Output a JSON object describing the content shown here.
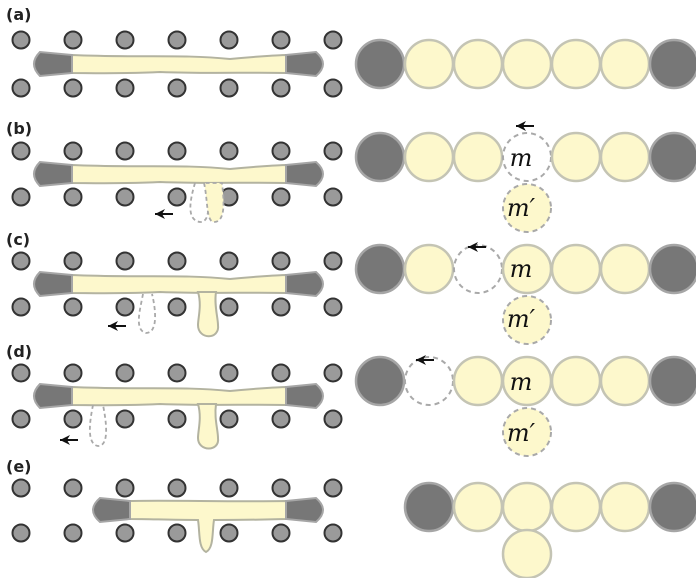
{
  "colors": {
    "post_fill": "#9a9a9a",
    "post_stroke": "#333333",
    "fluid_fill": "#fdf8cc",
    "fluid_stroke": "#b3b3a0",
    "wall_fill": "#777777",
    "wall_stroke": "#a6a6a6",
    "bubble_fill": "#fdf8cc",
    "bubble_stroke": "#c4c4b4",
    "ghost_stroke": "#a9a9a9",
    "arrow": "#111111"
  },
  "panels": [
    {
      "id": "a",
      "label": "(a)",
      "symbol_m": "",
      "symbol_m_prime": ""
    },
    {
      "id": "b",
      "label": "(b)",
      "symbol_m": "m",
      "symbol_m_prime": "m′"
    },
    {
      "id": "c",
      "label": "(c)",
      "symbol_m": "m",
      "symbol_m_prime": "m′"
    },
    {
      "id": "d",
      "label": "(d)",
      "symbol_m": "m",
      "symbol_m_prime": "m′"
    },
    {
      "id": "e",
      "label": "(e)",
      "symbol_m": "",
      "symbol_m_prime": ""
    }
  ],
  "icons": {
    "arrow_left": "arrow-left-icon"
  }
}
